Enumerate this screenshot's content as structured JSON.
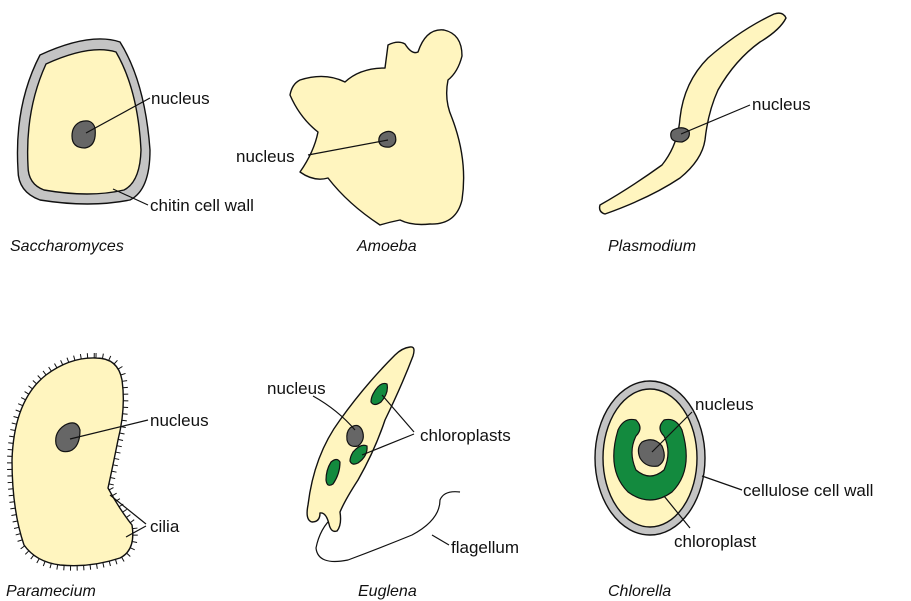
{
  "organisms": [
    {
      "name": "Saccharomyces",
      "labels": {
        "nucleus": "nucleus",
        "wall": "chitin cell wall"
      }
    },
    {
      "name": "Amoeba",
      "labels": {
        "nucleus": "nucleus"
      }
    },
    {
      "name": "Plasmodium",
      "labels": {
        "nucleus": "nucleus"
      }
    },
    {
      "name": "Paramecium",
      "labels": {
        "nucleus": "nucleus",
        "cilia": "cilia"
      }
    },
    {
      "name": "Euglena",
      "labels": {
        "nucleus": "nucleus",
        "chloroplasts": "chloroplasts",
        "flagellum": "flagellum"
      }
    },
    {
      "name": "Chlorella",
      "labels": {
        "nucleus": "nucleus",
        "wall": "cellulose cell wall",
        "chloroplast": "chloroplast"
      }
    }
  ],
  "colors": {
    "cytoplasm": "#fff5bf",
    "nucleus": "#666666",
    "chloroplast": "#138a3e",
    "cell_wall": "#c4c4c4",
    "outline": "#111111"
  }
}
